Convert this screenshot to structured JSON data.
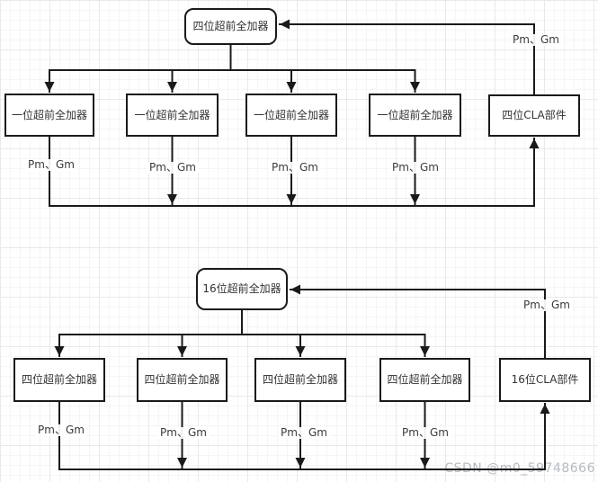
{
  "diagram": {
    "sections": [
      {
        "parent_label": "四位超前全加器",
        "child_labels": [
          "一位超前全加器",
          "一位超前全加器",
          "一位超前全加器",
          "一位超前全加器"
        ],
        "cla_label": "四位CLA部件",
        "edge_labels": [
          "Pm、Gm",
          "Pm、Gm",
          "Pm、Gm",
          "Pm、Gm"
        ],
        "feedback_label": "Pm、Gm"
      },
      {
        "parent_label": "16位超前全加器",
        "child_labels": [
          "四位超前全加器",
          "四位超前全加器",
          "四位超前全加器",
          "四位超前全加器"
        ],
        "cla_label": "16位CLA部件",
        "edge_labels": [
          "Pm、Gm",
          "Pm、Gm",
          "Pm、Gm",
          "Pm、Gm"
        ],
        "feedback_label": "Pm、Gm"
      }
    ],
    "watermark": "CSDN @m0_59748666",
    "colors": {
      "line": "#1a1a1a",
      "box_border": "#1a1a1a",
      "box_background": "#ffffff",
      "text": "#333333",
      "watermark": "#b6bac0",
      "grid_minor": "#f5f5f5",
      "grid_major": "#e9e9e9"
    }
  }
}
